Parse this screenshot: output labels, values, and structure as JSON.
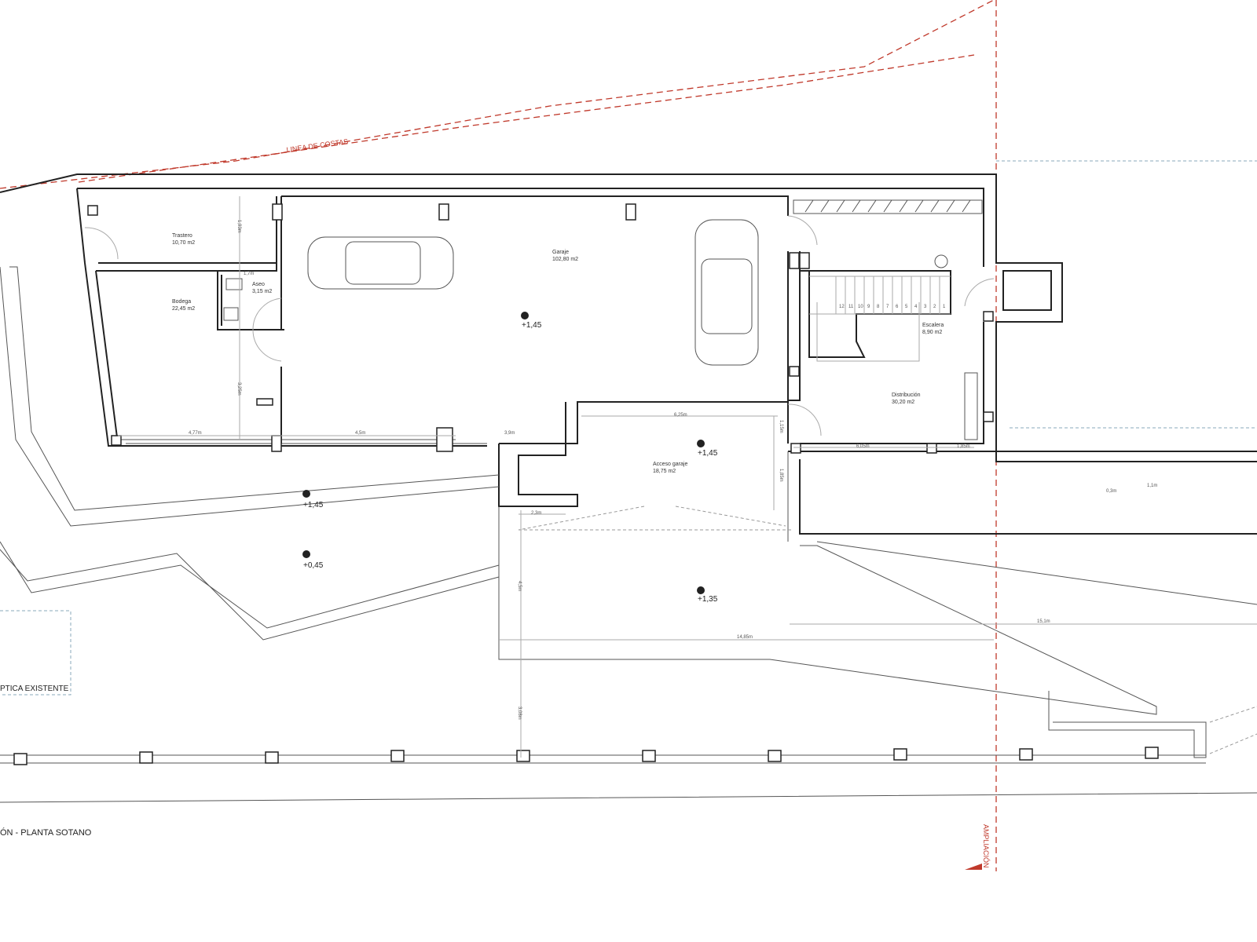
{
  "plan": {
    "title": "ÓN - PLANTA SOTANO",
    "coast_line_label": "LINEA DE COSTAS",
    "extension_label": "AMPLIACIÓN",
    "existing_label": "PTICA EXISTENTE",
    "rooms": [
      {
        "name": "Trastero",
        "area": "10,70 m2"
      },
      {
        "name": "Bodega",
        "area": "22,45 m2"
      },
      {
        "name": "Aseo",
        "area": "3,15 m2"
      },
      {
        "name": "Garaje",
        "area": "102,80 m2"
      },
      {
        "name": "Escalera",
        "area": "8,90 m2"
      },
      {
        "name": "Distribución",
        "area": "30,20 m2"
      },
      {
        "name": "Acceso garaje",
        "area": "18,75 m2"
      }
    ],
    "levels": [
      "+1,45",
      "+1,45",
      "+1,45",
      "+0,45",
      "+1,35"
    ],
    "dimensions": [
      "1,93m",
      "1,7m",
      "4,77m",
      "4,5m",
      "3,9m",
      "6,25m",
      "2,3m",
      "6,05m",
      "1,85m",
      "14,85m",
      "15,1m",
      "4,5m",
      "3,08m",
      "0,3m",
      "1,1m",
      "3,25m",
      "1,15m",
      "1,85m"
    ],
    "stair_steps": [
      "12",
      "11",
      "10",
      "9",
      "8",
      "7",
      "6",
      "5",
      "4",
      "3",
      "2",
      "1"
    ],
    "colors": {
      "walls": "#222222",
      "coast_line": "#c0392b"
    }
  }
}
